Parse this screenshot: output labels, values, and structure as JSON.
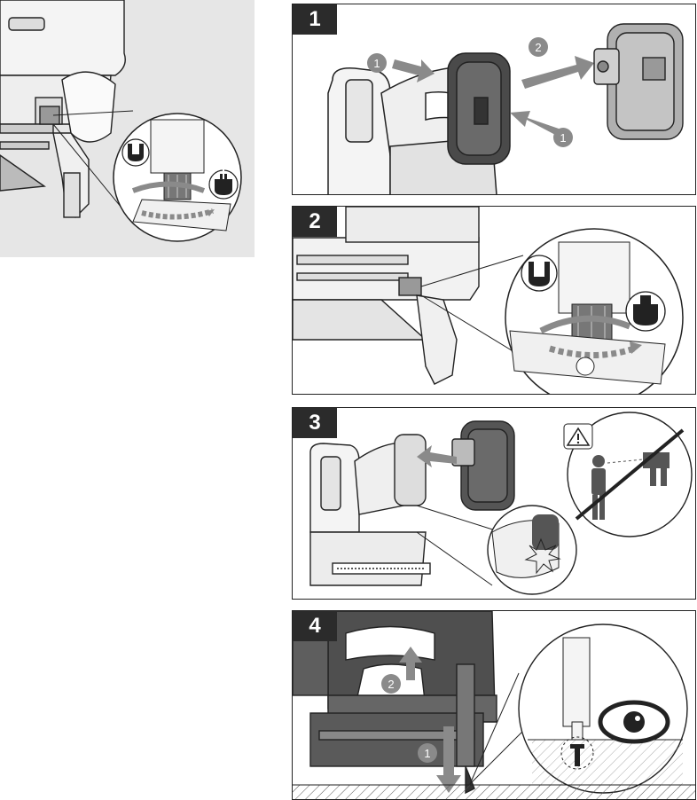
{
  "overview": {
    "mode_icons": [
      "sequential-mode-icon",
      "contact-mode-icon"
    ]
  },
  "steps": [
    {
      "number": "1",
      "callouts": [
        "1",
        "2",
        "1"
      ]
    },
    {
      "number": "2",
      "mode_icons": [
        "sequential-mode-icon",
        "contact-mode-icon"
      ]
    },
    {
      "number": "3",
      "warning_icon": "warning-triangle-icon"
    },
    {
      "number": "4",
      "callouts": [
        "2",
        "1"
      ],
      "eye_icon": "eye-icon"
    }
  ],
  "colors": {
    "badge": "#2b2b2b",
    "arrow": "#8a8a8a",
    "overview_bg": "#e6e6e6",
    "tool_dark": "#555555"
  }
}
